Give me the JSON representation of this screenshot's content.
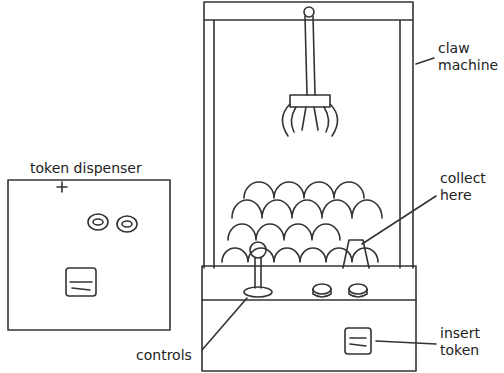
{
  "diagram": {
    "labels": [
      "token dispenser",
      "claw machine",
      "collect here",
      "controls",
      "insert token"
    ]
  }
}
